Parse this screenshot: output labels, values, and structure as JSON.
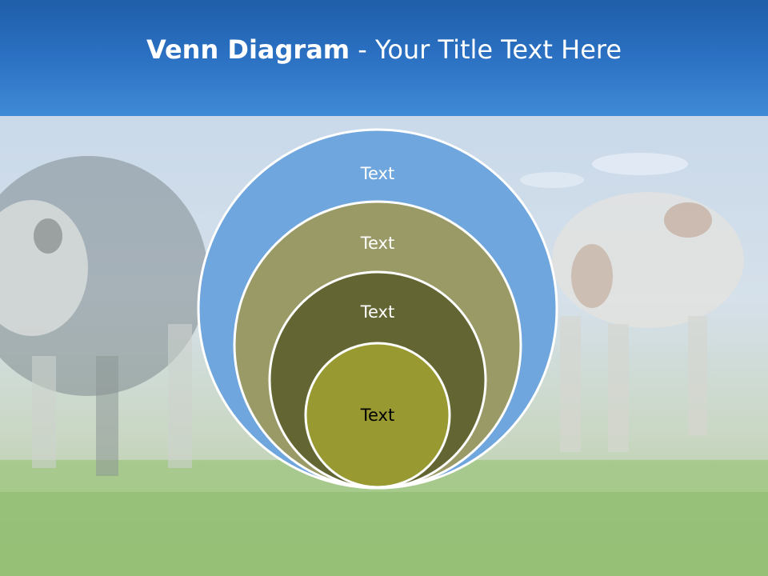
{
  "slide": {
    "title_bold": "Venn Diagram",
    "title_rest": " - Your Title Text Here"
  },
  "background": {
    "subject": "photo of cows standing in a grassy field under a blue sky, washed out with a light overlay"
  },
  "diagram": {
    "type": "nested-circles",
    "circles": [
      {
        "label": "Text",
        "fill": "#6fa6de",
        "label_color": "#ffffff"
      },
      {
        "label": "Text",
        "fill": "#9a9a67",
        "label_color": "#ffffff"
      },
      {
        "label": "Text",
        "fill": "#636533",
        "label_color": "#ffffff"
      },
      {
        "label": "Text",
        "fill": "#999932",
        "label_color": "#000000"
      }
    ]
  }
}
